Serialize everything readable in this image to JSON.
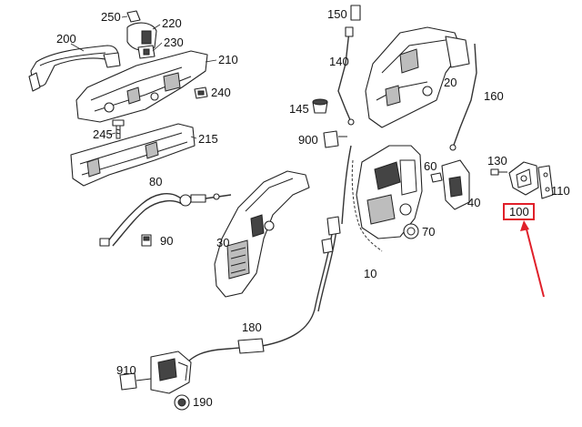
{
  "labels": {
    "p250": "250",
    "p220": "220",
    "p200": "200",
    "p230": "230",
    "p210": "210",
    "p240": "240",
    "p245": "245",
    "p215": "215",
    "p150": "150",
    "p140": "140",
    "p20": "20",
    "p160": "160",
    "p145": "145",
    "p900": "900",
    "p60": "60",
    "p130": "130",
    "p110": "110",
    "p100": "100",
    "p40": "40",
    "p80": "80",
    "p90": "90",
    "p30": "30",
    "p70": "70",
    "p10": "10",
    "p180": "180",
    "p910": "910",
    "p190": "190"
  },
  "colors": {
    "highlight": "#e0202a",
    "line": "#222222"
  }
}
